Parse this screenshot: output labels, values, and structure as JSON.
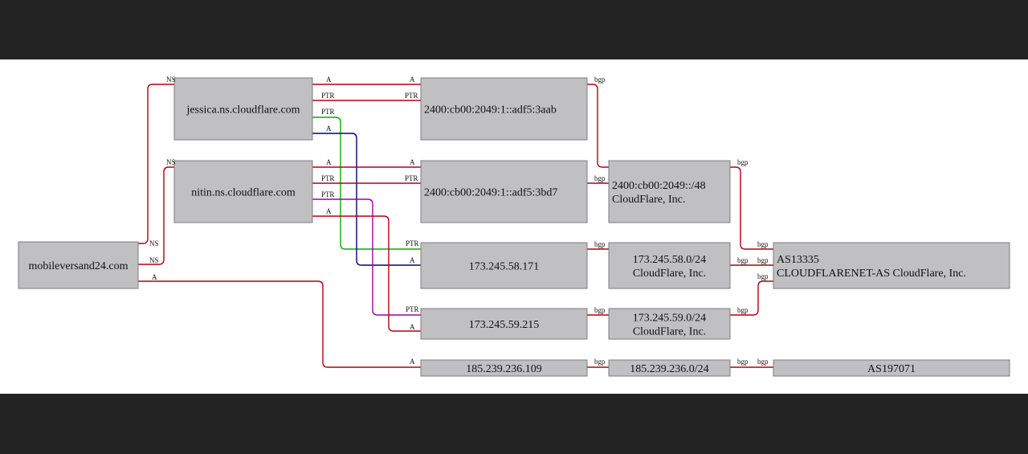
{
  "nodes": [
    {
      "id": "domain",
      "lines": [
        "mobileversand24.com"
      ],
      "align": "center"
    },
    {
      "id": "ns1",
      "lines": [
        "jessica.ns.cloudflare.com"
      ],
      "align": "center"
    },
    {
      "id": "ns2",
      "lines": [
        "nitin.ns.cloudflare.com"
      ],
      "align": "center"
    },
    {
      "id": "ip6a",
      "lines": [
        "2400:cb00:2049:1::adf5:3aab"
      ],
      "align": "start"
    },
    {
      "id": "ip6b",
      "lines": [
        "2400:cb00:2049:1::adf5:3bd7"
      ],
      "align": "start"
    },
    {
      "id": "ip4a",
      "lines": [
        "173.245.58.171"
      ],
      "align": "center"
    },
    {
      "id": "ip4b",
      "lines": [
        "173.245.59.215"
      ],
      "align": "center"
    },
    {
      "id": "ip4c",
      "lines": [
        "185.239.236.109"
      ],
      "align": "center"
    },
    {
      "id": "pfx6",
      "lines": [
        "2400:cb00:2049::/48",
        "CloudFlare, Inc."
      ],
      "align": "start"
    },
    {
      "id": "pfx4a",
      "lines": [
        "173.245.58.0/24",
        "CloudFlare, Inc."
      ],
      "align": "center"
    },
    {
      "id": "pfx4b",
      "lines": [
        "173.245.59.0/24",
        "CloudFlare, Inc."
      ],
      "align": "center"
    },
    {
      "id": "pfx4c",
      "lines": [
        "185.239.236.0/24"
      ],
      "align": "center"
    },
    {
      "id": "as1",
      "lines": [
        "AS13335",
        "CLOUDFLARENET-AS CloudFlare, Inc."
      ],
      "align": "start"
    },
    {
      "id": "as2",
      "lines": [
        "AS197071"
      ],
      "align": "center"
    }
  ],
  "edges": [
    {
      "id": "e_dom_ns1",
      "color": "#b00010",
      "labels": [
        "NS",
        "NS"
      ]
    },
    {
      "id": "e_dom_ns2",
      "color": "#b00010",
      "labels": [
        "NS",
        "NS"
      ]
    },
    {
      "id": "e_dom_ip4c",
      "color": "#b00010",
      "labels": [
        "A",
        "A"
      ]
    },
    {
      "id": "e_ns1_ip6a_a",
      "color": "#b00010",
      "labels": [
        "A",
        "A"
      ]
    },
    {
      "id": "e_ns1_ip6a_ptr",
      "color": "#b00010",
      "labels": [
        "PTR",
        "PTR"
      ]
    },
    {
      "id": "e_ns1_ip4a_ptr",
      "color": "#00b000",
      "labels": [
        "PTR",
        "PTR"
      ]
    },
    {
      "id": "e_ns1_ip4a_a",
      "color": "#000080",
      "labels": [
        "A",
        "A"
      ]
    },
    {
      "id": "e_ns2_ip6b_a",
      "color": "#b00010",
      "labels": [
        "A",
        "A"
      ]
    },
    {
      "id": "e_ns2_ip6b_ptr",
      "color": "#b00010",
      "labels": [
        "PTR",
        "PTR"
      ]
    },
    {
      "id": "e_ns2_ip4b_ptr",
      "color": "#a000a0",
      "labels": [
        "PTR",
        "PTR"
      ]
    },
    {
      "id": "e_ns2_ip4b_a",
      "color": "#b00010",
      "labels": [
        "A",
        "A"
      ]
    },
    {
      "id": "e_ip6a_pfx6",
      "color": "#b00010",
      "labels": [
        "bgp"
      ]
    },
    {
      "id": "e_ip6b_pfx6",
      "color": "#b00010",
      "labels": [
        "bgp"
      ]
    },
    {
      "id": "e_ip4a_pfx4a",
      "color": "#b00010",
      "labels": [
        "bgp"
      ]
    },
    {
      "id": "e_ip4b_pfx4b",
      "color": "#b00010",
      "labels": [
        "bgp"
      ]
    },
    {
      "id": "e_ip4c_pfx4c",
      "color": "#b00010",
      "labels": [
        "bgp"
      ]
    },
    {
      "id": "e_pfx6_as1",
      "color": "#b00010",
      "labels": [
        "bgp",
        "bgp"
      ]
    },
    {
      "id": "e_pfx4a_as1",
      "color": "#b00010",
      "labels": [
        "bgp",
        "bgp"
      ]
    },
    {
      "id": "e_pfx4b_as1",
      "color": "#b00010",
      "labels": [
        "bgp",
        "bgp"
      ]
    },
    {
      "id": "e_pfx4c_as2",
      "color": "#b00010",
      "labels": [
        "bgp",
        "bgp"
      ]
    }
  ]
}
